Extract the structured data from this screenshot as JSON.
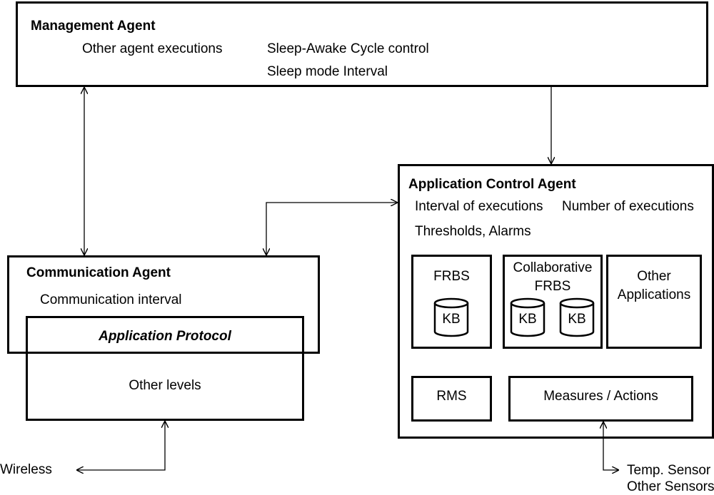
{
  "management": {
    "title": "Management Agent",
    "other_exec": "Other agent executions",
    "sleep_cycle": "Sleep-Awake Cycle control",
    "sleep_interval": "Sleep mode Interval"
  },
  "communication": {
    "title": "Communication Agent",
    "interval": "Communication interval",
    "protocol": "Application Protocol",
    "other_levels": "Other levels"
  },
  "application": {
    "title": "Application Control Agent",
    "interval_exec": "Interval  of executions",
    "number_exec": "Number of executions",
    "thresholds": "Thresholds, Alarms",
    "frbs": "FRBS",
    "collab_line1": "Collaborative",
    "collab_line2": "FRBS",
    "other_line1": "Other",
    "other_line2": "Applications",
    "kb": "KB",
    "rms": "RMS",
    "measures": "Measures / Actions"
  },
  "external": {
    "wireless": "Wireless",
    "temp_sensor": "Temp. Sensor",
    "other_sensors": "Other Sensors"
  }
}
